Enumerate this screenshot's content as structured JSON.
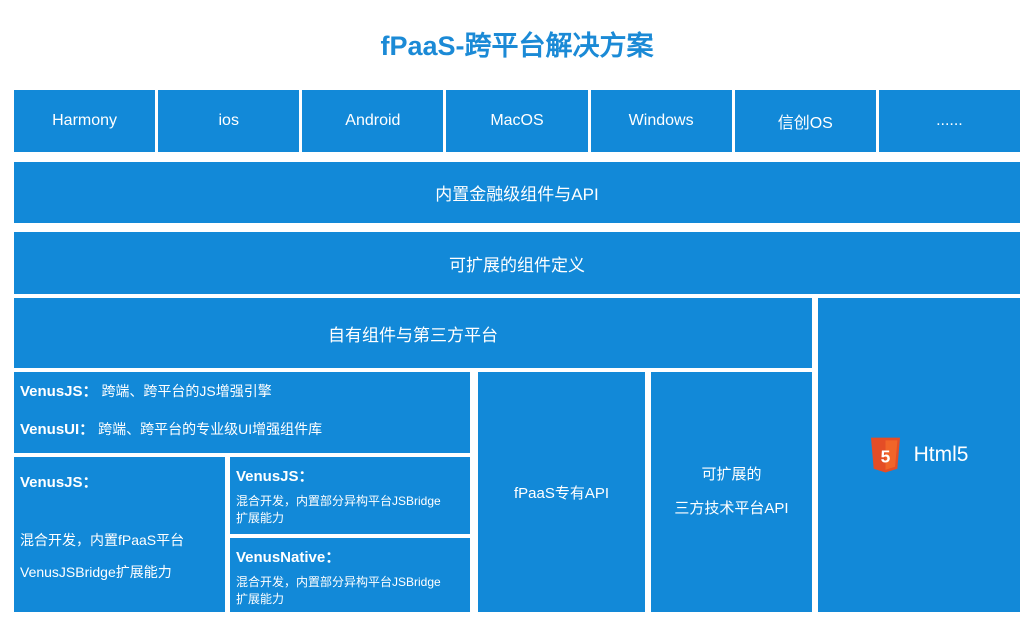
{
  "title": "fPaaS-跨平台解决方案",
  "platforms": [
    "Harmony",
    "ios",
    "Android",
    "MacOS",
    "Windows",
    "信创OS",
    "......"
  ],
  "bars": {
    "builtin": "内置金融级组件与API",
    "extensible": "可扩展的组件定义",
    "own": "自有组件与第三方平台"
  },
  "boxes": {
    "engine": {
      "line1_label": "VenusJS：",
      "line1_text": "跨端、跨平台的JS增强引擎",
      "line2_label": "VenusUI：",
      "line2_text": "跨端、跨平台的专业级UI增强组件库"
    },
    "fpaas_platform": {
      "label": "VenusJS：",
      "line1": "混合开发，内置fPaaS平台",
      "line2": "VenusJSBridge扩展能力"
    },
    "hybrid": {
      "label": "VenusJS：",
      "line1": "混合开发，内置部分异构平台JSBridge",
      "line2": "扩展能力"
    },
    "native": {
      "label": "VenusNative：",
      "line1": "混合开发，内置部分异构平台JSBridge",
      "line2": "扩展能力"
    },
    "fpaas_api": {
      "label": "fPaaS专有API"
    },
    "third_party": {
      "line1": "可扩展的",
      "line2": "三方技术平台API"
    },
    "html5": {
      "label": "Html5",
      "logo_text": "5"
    }
  },
  "colors": {
    "box_blue": "#1289d8",
    "title_blue": "#1b8ad6",
    "html5_orange": "#e44d26",
    "html5_light": "#f16529"
  }
}
